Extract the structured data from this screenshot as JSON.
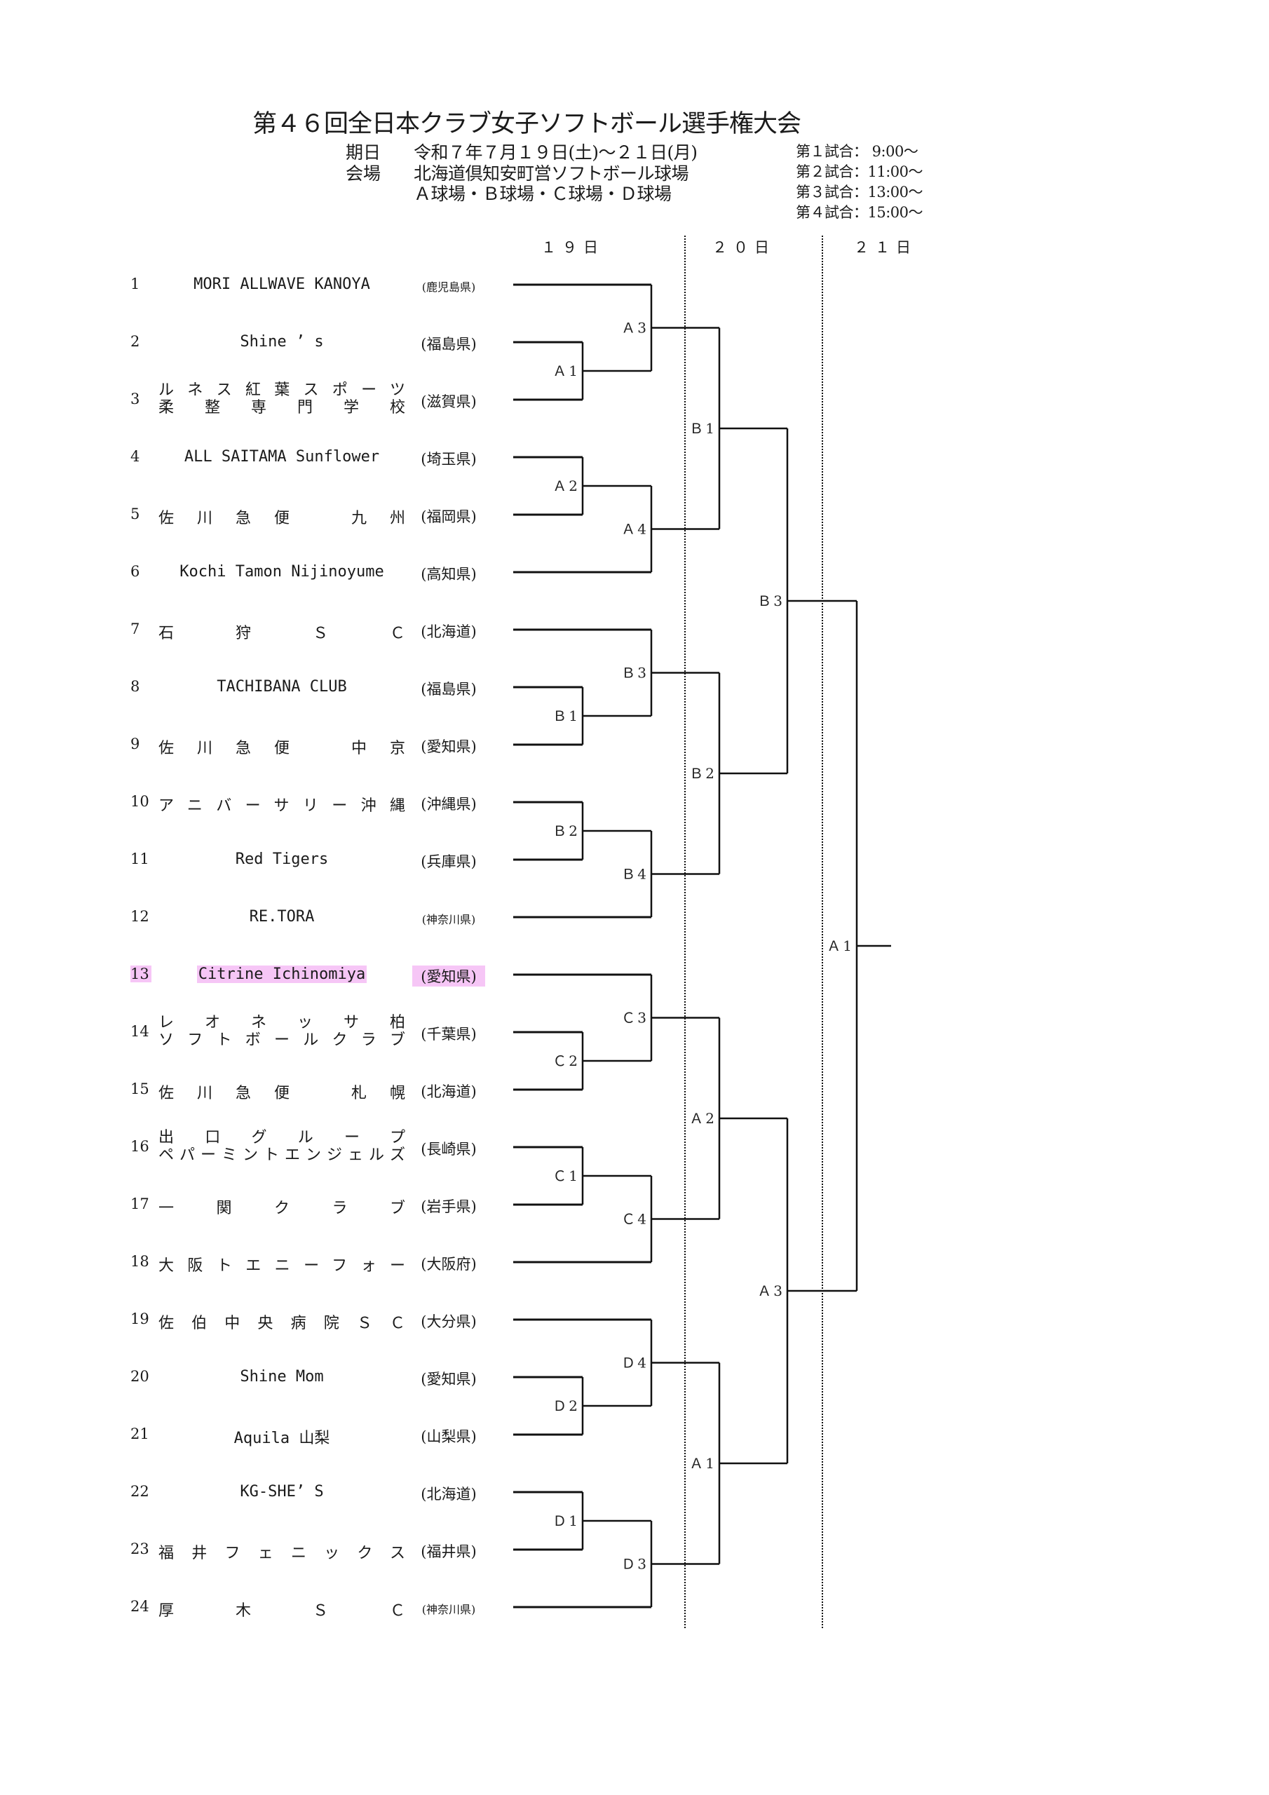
{
  "header": {
    "title": "第４６回全日本クラブ女子ソフトボール選手権大会",
    "date_label": "期日",
    "date_value": "令和７年７月１９日(土)～２１日(月)",
    "venue_label": "会場",
    "venue_value": "北海道倶知安町営ソフトボール球場",
    "fields_value": "Ａ球場・Ｂ球場・Ｃ球場・Ｄ球場",
    "schedule": [
      "第１試合：  9:00～",
      "第２試合：11:00～",
      "第３試合：13:00～",
      "第４試合：15:00～"
    ]
  },
  "days": [
    "１９日",
    "２０日",
    "２１日"
  ],
  "highlight_color": "#f6c6f6",
  "teams": [
    {
      "no": "1",
      "name": [
        "MORI ALLWAVE KANOYA"
      ],
      "pref": "(鹿児島県)",
      "jp": false,
      "small_pref": true
    },
    {
      "no": "2",
      "name": [
        "Shine ’ s"
      ],
      "pref": "(福島県)",
      "jp": false
    },
    {
      "no": "3",
      "name": [
        "ルネス紅葉スポーツ",
        "柔整専門学校"
      ],
      "pref": "(滋賀県)",
      "jp": true
    },
    {
      "no": "4",
      "name": [
        "ALL  SAITAMA  Sunflower"
      ],
      "pref": "(埼玉県)",
      "jp": false
    },
    {
      "no": "5",
      "name": [
        "佐川急便　九州"
      ],
      "pref": "(福岡県)",
      "jp": true
    },
    {
      "no": "6",
      "name": [
        "Kochi Tamon Nijinoyume"
      ],
      "pref": "(高知県)",
      "jp": false
    },
    {
      "no": "7",
      "name": [
        "石狩ＳＣ"
      ],
      "pref": "(北海道)",
      "jp": true
    },
    {
      "no": "8",
      "name": [
        "TACHIBANA CLUB"
      ],
      "pref": "(福島県)",
      "jp": false
    },
    {
      "no": "9",
      "name": [
        "佐川急便　中京"
      ],
      "pref": "(愛知県)",
      "jp": true
    },
    {
      "no": "10",
      "name": [
        "アニバーサリー沖縄"
      ],
      "pref": "(沖縄県)",
      "jp": true
    },
    {
      "no": "11",
      "name": [
        "Red Tigers"
      ],
      "pref": "(兵庫県)",
      "jp": false
    },
    {
      "no": "12",
      "name": [
        "RE.TORA"
      ],
      "pref": "(神奈川県)",
      "jp": false,
      "small_pref": true
    },
    {
      "no": "13",
      "name": [
        "Citrine Ichinomiya"
      ],
      "pref": "(愛知県)",
      "jp": false,
      "highlight": true
    },
    {
      "no": "14",
      "name": [
        "レオネッサ柏",
        "ソフトボールクラブ"
      ],
      "pref": "(千葉県)",
      "jp": true
    },
    {
      "no": "15",
      "name": [
        "佐川急便　札幌"
      ],
      "pref": "(北海道)",
      "jp": true
    },
    {
      "no": "16",
      "name": [
        "出口グループ",
        "ペパーミントエンジェルズ"
      ],
      "pref": "(長崎県)",
      "jp": true
    },
    {
      "no": "17",
      "name": [
        "一関クラブ"
      ],
      "pref": "(岩手県)",
      "jp": true
    },
    {
      "no": "18",
      "name": [
        "大阪トエニーフォー"
      ],
      "pref": "(大阪府)",
      "jp": true
    },
    {
      "no": "19",
      "name": [
        "佐伯中央病院ＳＣ"
      ],
      "pref": "(大分県)",
      "jp": true
    },
    {
      "no": "20",
      "name": [
        "Shine Mom"
      ],
      "pref": "(愛知県)",
      "jp": false
    },
    {
      "no": "21",
      "name": [
        "Aquila 山梨"
      ],
      "pref": "(山梨県)",
      "jp": false
    },
    {
      "no": "22",
      "name": [
        "KG-SHE’ S"
      ],
      "pref": "(北海道)",
      "jp": false
    },
    {
      "no": "23",
      "name": [
        "福井フェニックス"
      ],
      "pref": "(福井県)",
      "jp": true
    },
    {
      "no": "24",
      "name": [
        "厚木ＳＣ"
      ],
      "pref": "(神奈川県)",
      "jp": true,
      "small_pref": true
    }
  ],
  "matches": [
    {
      "id": "r1-A1",
      "label": "Ａ1",
      "round": 1,
      "inputs": [
        "t2",
        "t3"
      ]
    },
    {
      "id": "r2-A3",
      "label": "Ａ3",
      "round": 2,
      "inputs": [
        "t1",
        "r1-A1"
      ]
    },
    {
      "id": "r1-A2",
      "label": "Ａ2",
      "round": 1,
      "inputs": [
        "t4",
        "t5"
      ]
    },
    {
      "id": "r2-A4",
      "label": "Ａ4",
      "round": 2,
      "inputs": [
        "r1-A2",
        "t6"
      ]
    },
    {
      "id": "r1-B1",
      "label": "Ｂ1",
      "round": 1,
      "inputs": [
        "t8",
        "t9"
      ]
    },
    {
      "id": "r2-B3",
      "label": "Ｂ3",
      "round": 2,
      "inputs": [
        "t7",
        "r1-B1"
      ]
    },
    {
      "id": "r1-B2",
      "label": "Ｂ2",
      "round": 1,
      "inputs": [
        "t10",
        "t11"
      ]
    },
    {
      "id": "r2-B4",
      "label": "Ｂ4",
      "round": 2,
      "inputs": [
        "r1-B2",
        "t12"
      ]
    },
    {
      "id": "r1-C2",
      "label": "Ｃ2",
      "round": 1,
      "inputs": [
        "t14",
        "t15"
      ]
    },
    {
      "id": "r2-C3",
      "label": "Ｃ3",
      "round": 2,
      "inputs": [
        "t13",
        "r1-C2"
      ]
    },
    {
      "id": "r1-C1",
      "label": "Ｃ1",
      "round": 1,
      "inputs": [
        "t16",
        "t17"
      ]
    },
    {
      "id": "r2-C4",
      "label": "Ｃ4",
      "round": 2,
      "inputs": [
        "r1-C1",
        "t18"
      ]
    },
    {
      "id": "r1-D2",
      "label": "Ｄ2",
      "round": 1,
      "inputs": [
        "t20",
        "t21"
      ]
    },
    {
      "id": "r2-D4",
      "label": "Ｄ4",
      "round": 2,
      "inputs": [
        "t19",
        "r1-D2"
      ]
    },
    {
      "id": "r1-D1",
      "label": "Ｄ1",
      "round": 1,
      "inputs": [
        "t22",
        "t23"
      ]
    },
    {
      "id": "r2-D3",
      "label": "Ｄ3",
      "round": 2,
      "inputs": [
        "r1-D1",
        "t24"
      ]
    },
    {
      "id": "r3-B1",
      "label": "Ｂ1",
      "round": 3,
      "inputs": [
        "r2-A3",
        "r2-A4"
      ]
    },
    {
      "id": "r3-B2",
      "label": "Ｂ2",
      "round": 3,
      "inputs": [
        "r2-B3",
        "r2-B4"
      ]
    },
    {
      "id": "r3-A2",
      "label": "Ａ2",
      "round": 3,
      "inputs": [
        "r2-C3",
        "r2-C4"
      ]
    },
    {
      "id": "r3-A1",
      "label": "Ａ1",
      "round": 3,
      "inputs": [
        "r2-D4",
        "r2-D3"
      ]
    },
    {
      "id": "r4-B3",
      "label": "Ｂ3",
      "round": 4,
      "inputs": [
        "r3-B1",
        "r3-B2"
      ]
    },
    {
      "id": "r4-A3",
      "label": "Ａ3",
      "round": 4,
      "inputs": [
        "r3-A2",
        "r3-A1"
      ]
    },
    {
      "id": "r5-A1",
      "label": "Ａ1",
      "round": 5,
      "inputs": [
        "r4-B3",
        "r4-A3"
      ],
      "final": true
    }
  ]
}
